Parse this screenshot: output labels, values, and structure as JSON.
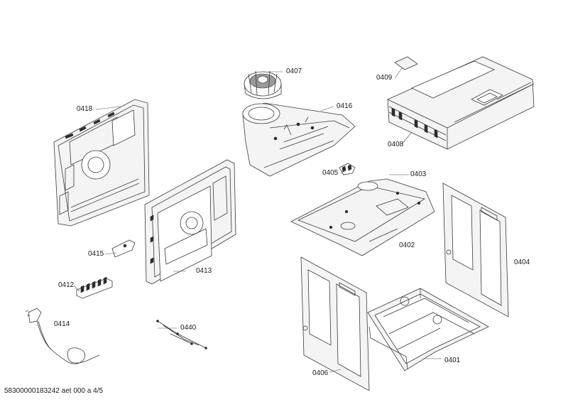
{
  "parts": [
    {
      "id": "p0418",
      "label": "0418"
    },
    {
      "id": "p0407",
      "label": "0407"
    },
    {
      "id": "p0416",
      "label": "0416"
    },
    {
      "id": "p0409",
      "label": "0409"
    },
    {
      "id": "p0408",
      "label": "0408"
    },
    {
      "id": "p0405",
      "label": "0405"
    },
    {
      "id": "p0403",
      "label": "0403"
    },
    {
      "id": "p0415",
      "label": "0415"
    },
    {
      "id": "p0413",
      "label": "0413"
    },
    {
      "id": "p0402",
      "label": "0402"
    },
    {
      "id": "p0404",
      "label": "0404"
    },
    {
      "id": "p0412",
      "label": "0412"
    },
    {
      "id": "p0414",
      "label": "0414"
    },
    {
      "id": "p0440",
      "label": "0440"
    },
    {
      "id": "p0406",
      "label": "0406"
    },
    {
      "id": "p0401",
      "label": "0401"
    }
  ],
  "footer": "58300000183242 aet 000 a 4/5"
}
